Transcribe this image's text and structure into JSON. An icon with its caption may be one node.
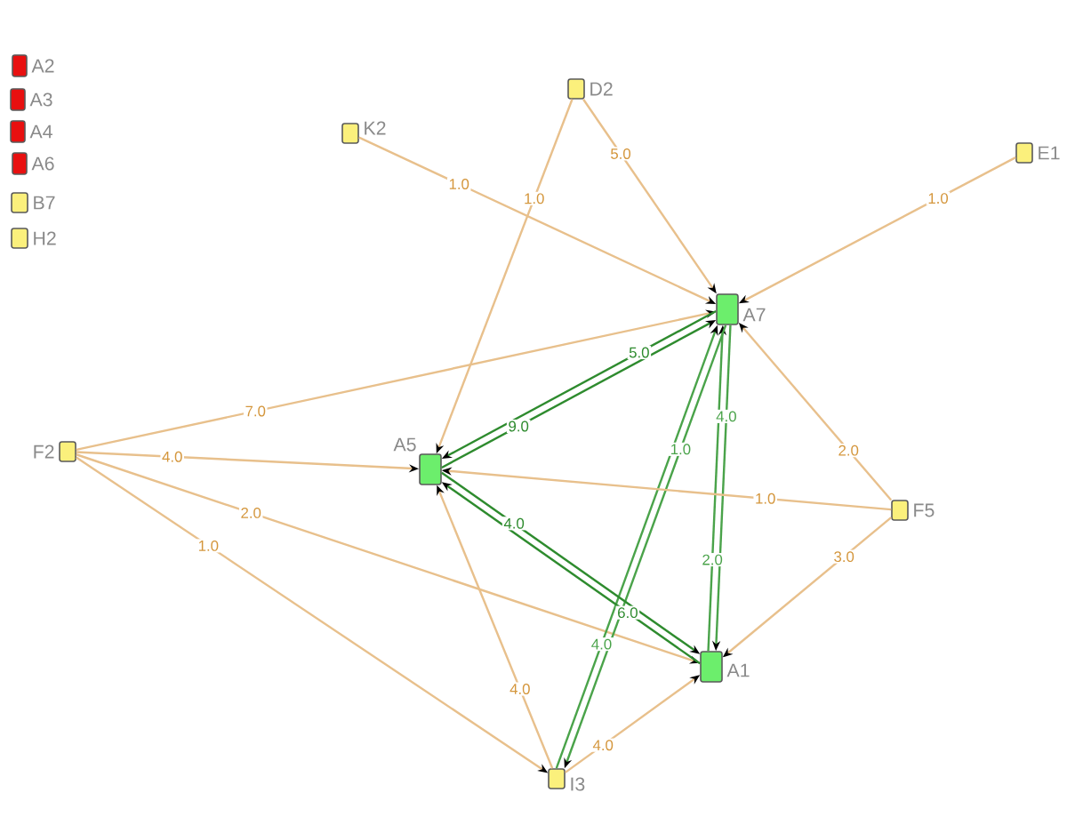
{
  "diagram": {
    "nodes": [
      {
        "text": [
          "A2"
        ]
      },
      {
        "text": [
          "A3"
        ]
      },
      {
        "text": [
          "A4"
        ]
      },
      {
        "text": [
          "A6"
        ]
      },
      {
        "text": [
          "B7"
        ]
      },
      {
        "text": [
          "H2"
        ]
      },
      {
        "text": [
          "D2"
        ]
      },
      {
        "text": [
          "K2"
        ]
      },
      {
        "text": [
          "E1"
        ]
      },
      {
        "text": [
          "A7"
        ]
      },
      {
        "text": [
          "F2"
        ]
      },
      {
        "text": [
          "A5"
        ]
      },
      {
        "text": [
          "F5"
        ]
      },
      {
        "text": [
          "A1"
        ]
      },
      {
        "text": [
          "I3"
        ]
      }
    ],
    "edges": [
      {
        "from": 7,
        "to": 9,
        "arrow": "to",
        "label": "1.0"
      },
      {
        "from": 6,
        "to": 9,
        "arrow": "to",
        "label": "5.0"
      },
      {
        "from": 6,
        "to": 11,
        "arrow": "to",
        "label": "1.0"
      },
      {
        "from": 8,
        "to": 9,
        "arrow": "to",
        "label": "1.0"
      },
      {
        "from": 10,
        "to": 9,
        "arrow": "to",
        "label": "7.0"
      },
      {
        "from": 10,
        "to": 11,
        "arrow": "to",
        "label": "4.0"
      },
      {
        "from": 10,
        "to": 13,
        "arrow": "to",
        "label": "2.0"
      },
      {
        "from": 10,
        "to": 14,
        "arrow": "to",
        "label": "1.0"
      },
      {
        "from": 11,
        "to": 9,
        "arrow": "to",
        "label": "9.0",
        "color": "#2e8b2e"
      },
      {
        "from": 9,
        "to": 11,
        "arrow": "to",
        "label": "5.0",
        "color": "#2e8b2e"
      },
      {
        "from": 9,
        "to": 13,
        "arrow": "to",
        "label": "4.0",
        "color": "#4aa34a"
      },
      {
        "from": 13,
        "to": 9,
        "arrow": "to",
        "label": "2.0",
        "color": "#4aa34a"
      },
      {
        "from": 9,
        "to": 14,
        "arrow": "to",
        "label": "1.0",
        "color": "#4aa34a"
      },
      {
        "from": 14,
        "to": 9,
        "arrow": "to",
        "label": "4.0",
        "color": "#4aa34a"
      },
      {
        "from": 11,
        "to": 13,
        "arrow": "to",
        "label": "4.0",
        "color": "#2e8b2e"
      },
      {
        "from": 13,
        "to": 11,
        "arrow": "to",
        "label": "6.0",
        "color": "#2e8b2e"
      },
      {
        "from": 12,
        "to": 11,
        "arrow": "to",
        "label": "1.0"
      },
      {
        "from": 14,
        "to": 11,
        "arrow": "to",
        "label": "4.0"
      },
      {
        "from": 12,
        "to": 9,
        "arrow": "to",
        "label": "2.0"
      },
      {
        "from": 12,
        "to": 13,
        "arrow": "to",
        "label": "3.0"
      },
      {
        "from": 14,
        "to": 13,
        "arrow": "to",
        "label": "4.0"
      }
    ]
  }
}
